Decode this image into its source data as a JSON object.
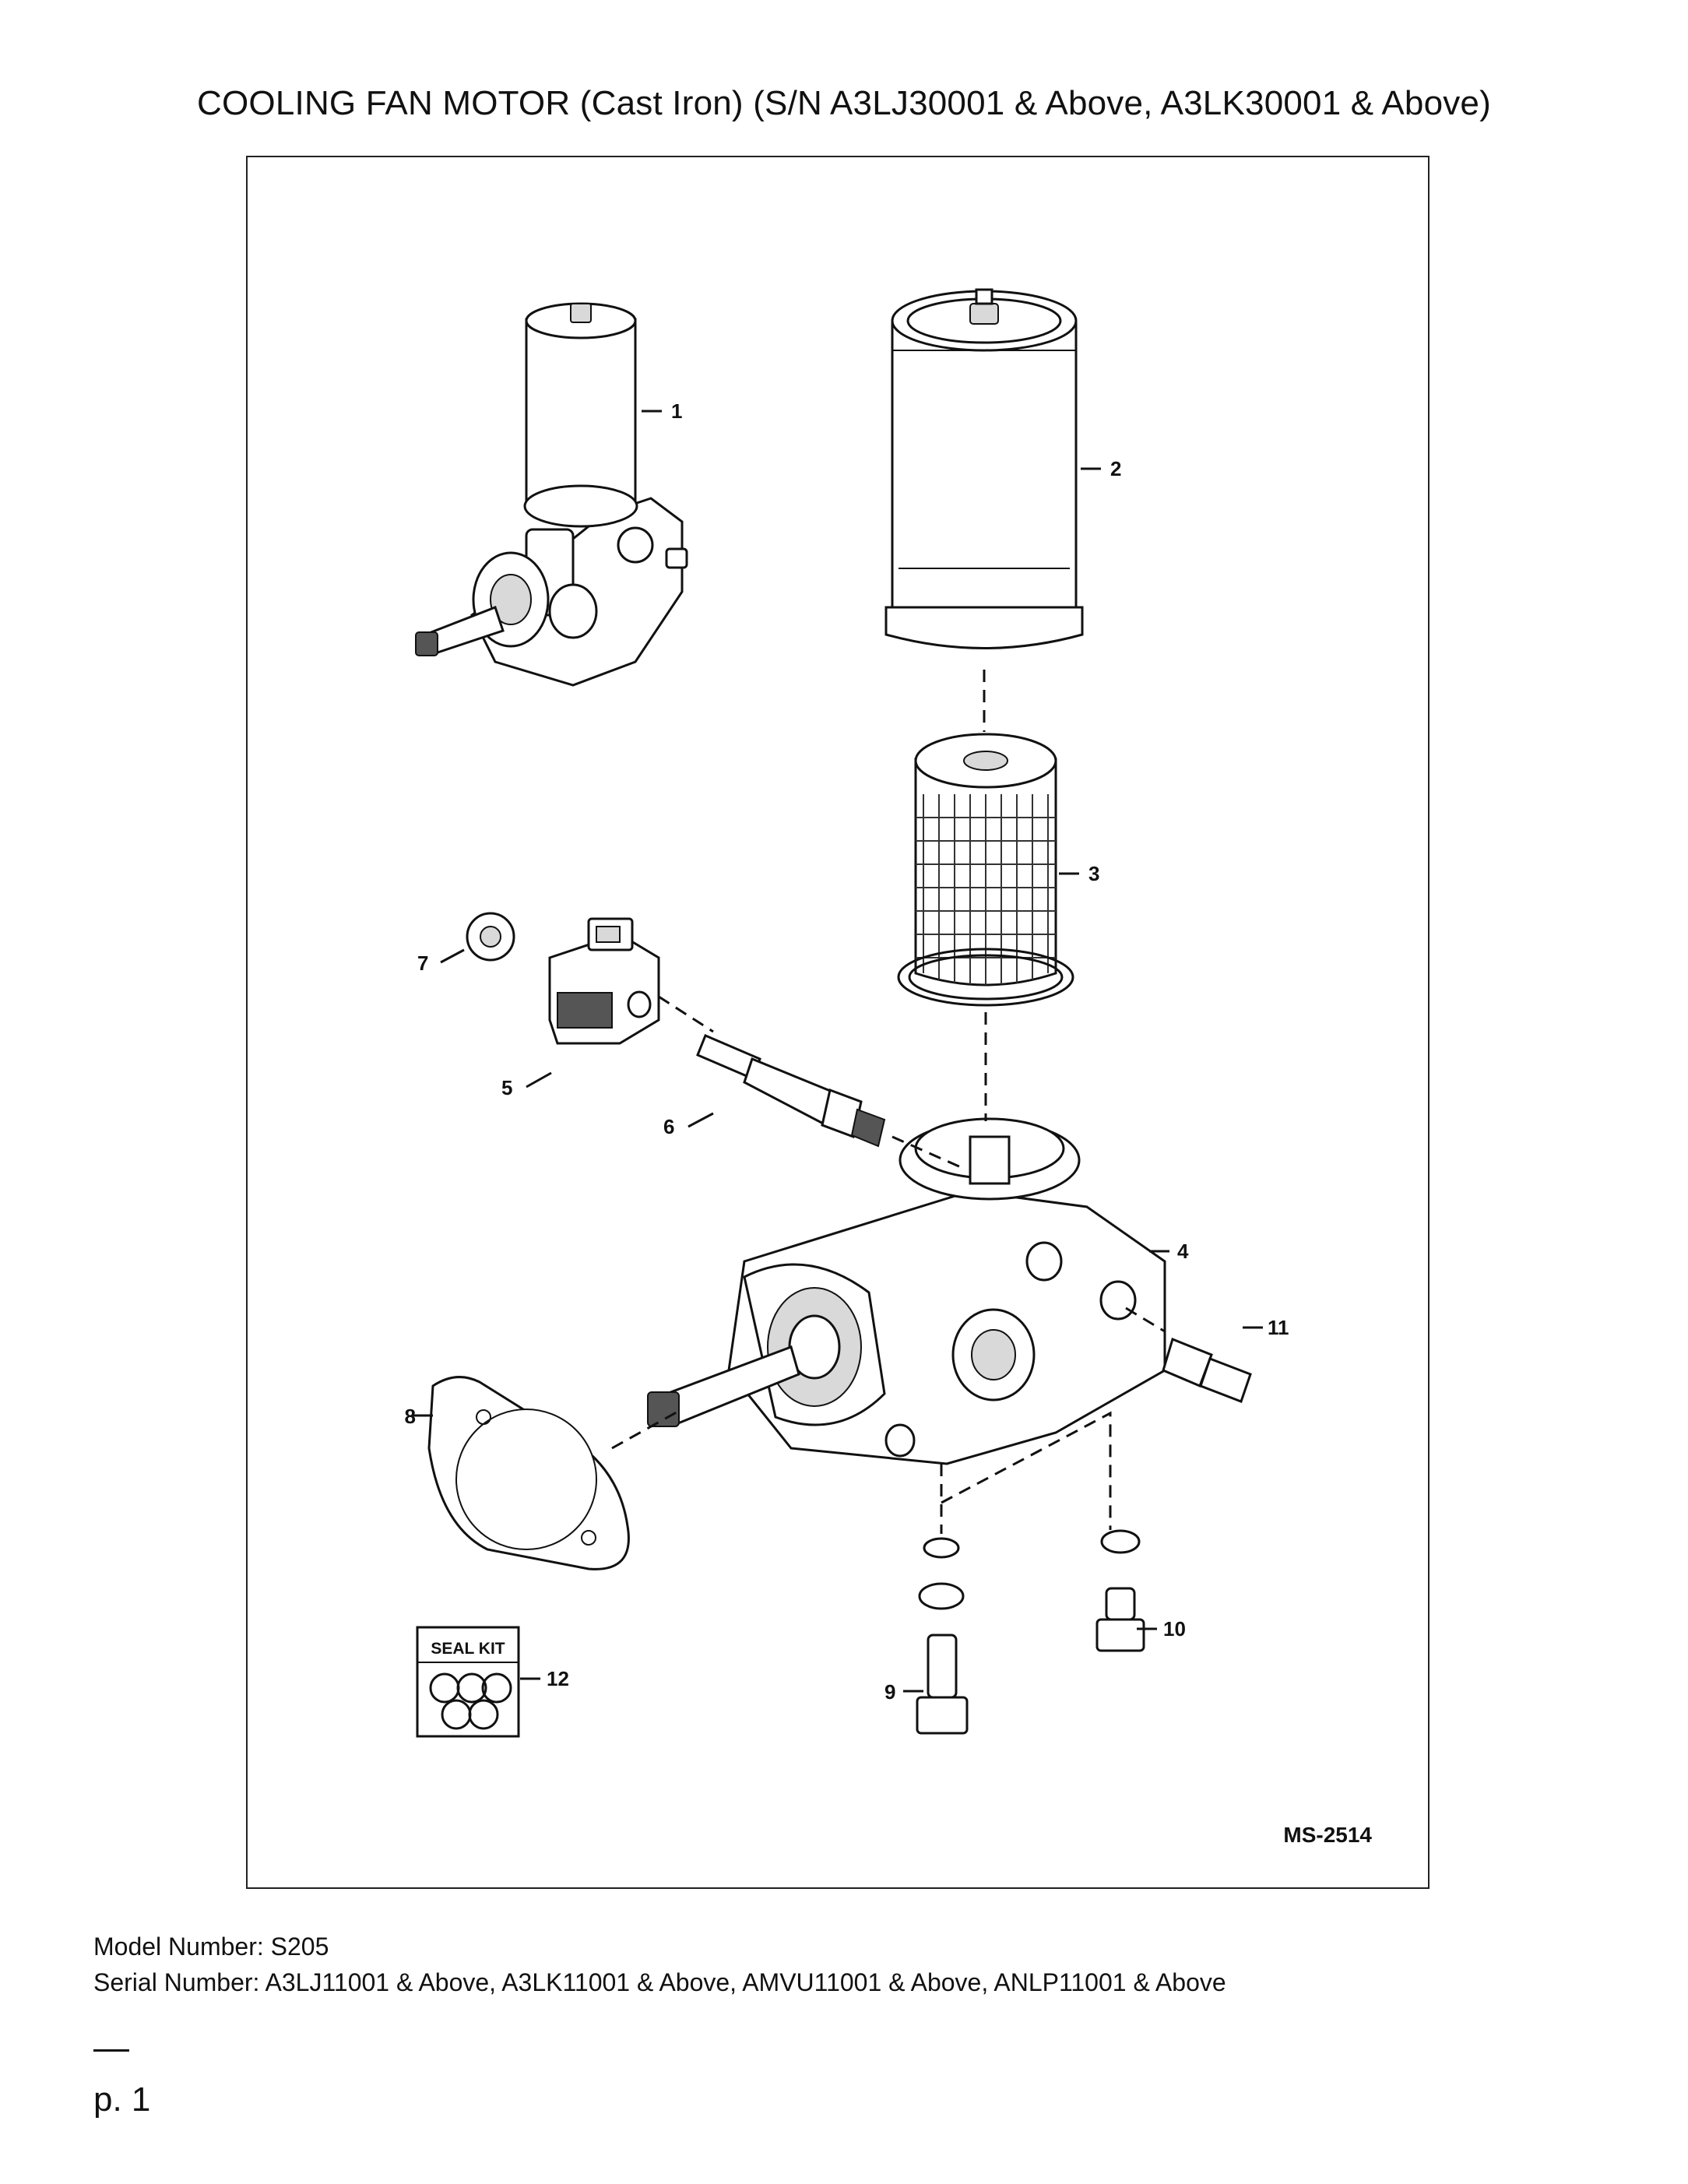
{
  "title": "COOLING FAN MOTOR (Cast Iron) (S/N A3LJ30001 & Above, A3LK30001 & Above)",
  "diagram": {
    "drawing_id": "MS-2514",
    "seal_kit_label": "SEAL KIT",
    "callouts": [
      "1",
      "2",
      "3",
      "4",
      "5",
      "6",
      "7",
      "8",
      "9",
      "10",
      "11",
      "12"
    ]
  },
  "footer": {
    "model": "Model Number: S205",
    "serial": "Serial Number: A3LJ11001 & Above, A3LK11001 & Above, AMVU11001 & Above, ANLP11001 & Above"
  },
  "page": "p. 1"
}
